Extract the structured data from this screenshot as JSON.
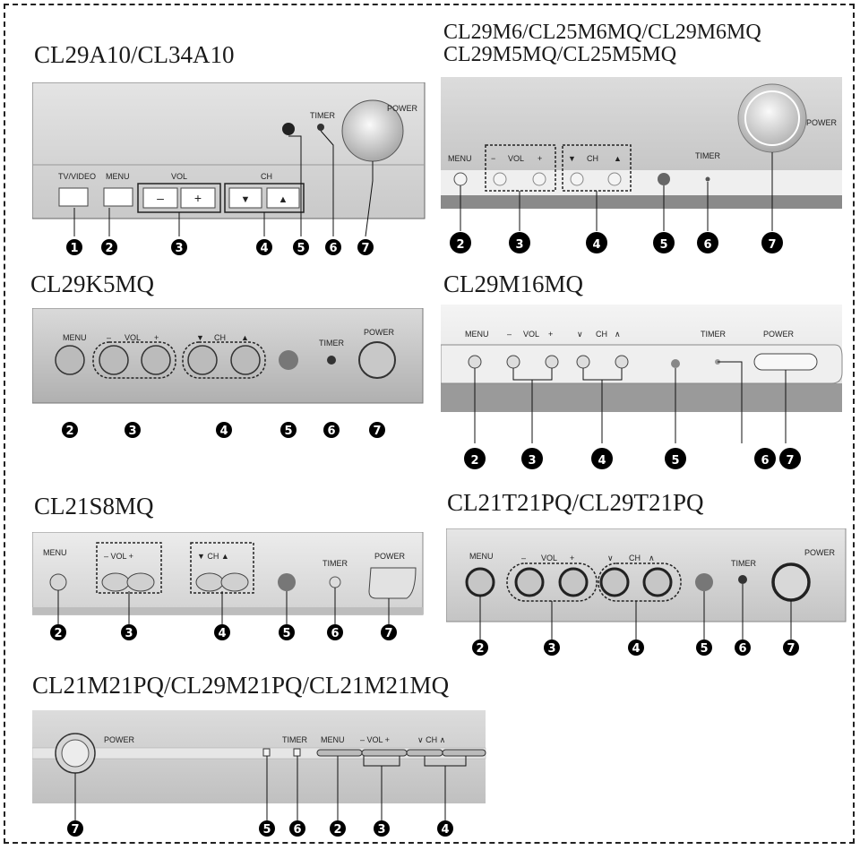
{
  "models": [
    {
      "title": "CL29A10/CL34A10",
      "labels": {
        "tv_video": "TV/VIDEO",
        "menu": "MENU",
        "vol": "VOL",
        "ch": "CH",
        "timer": "TIMER",
        "power": "POWER"
      }
    },
    {
      "title_line1": "CL29M6/CL25M6MQ/CL29M6MQ",
      "title_line2": "CL29M5MQ/CL25M5MQ",
      "labels": {
        "menu": "MENU",
        "vol_minus": "−",
        "vol": "VOL",
        "vol_plus": "+",
        "ch_down": "▼",
        "ch": "CH",
        "ch_up": "▲",
        "timer": "TIMER",
        "power": "POWER"
      }
    },
    {
      "title": "CL29K5MQ",
      "labels": {
        "menu": "MENU",
        "vol_minus": "–",
        "vol": "VOL",
        "vol_plus": "+",
        "ch_down": "▼",
        "ch": "CH",
        "ch_up": "▲",
        "timer": "TIMER",
        "power": "POWER"
      }
    },
    {
      "title": "CL29M16MQ",
      "labels": {
        "menu": "MENU",
        "vol_minus": "–",
        "vol": "VOL",
        "vol_plus": "+",
        "ch_down": "∨",
        "ch": "CH",
        "ch_up": "∧",
        "timer": "TIMER",
        "power": "POWER"
      }
    },
    {
      "title": "CL21S8MQ",
      "labels": {
        "menu": "MENU",
        "vol": "– VOL +",
        "ch": "▼ CH ▲",
        "timer": "TIMER",
        "power": "POWER"
      }
    },
    {
      "title": "CL21T21PQ/CL29T21PQ",
      "labels": {
        "menu": "MENU",
        "vol_minus": "–",
        "vol": "VOL",
        "vol_plus": "+",
        "ch_down": "∨",
        "ch": "CH",
        "ch_up": "∧",
        "timer": "TIMER",
        "power": "POWER"
      }
    },
    {
      "title": "CL21M21PQ/CL29M21PQ/CL21M21MQ",
      "labels": {
        "power": "POWER",
        "timer": "TIMER",
        "menu": "MENU",
        "vol": "– VOL +",
        "ch": "∨ CH ∧"
      }
    }
  ],
  "callouts": [
    "1",
    "2",
    "3",
    "4",
    "5",
    "6",
    "7"
  ]
}
